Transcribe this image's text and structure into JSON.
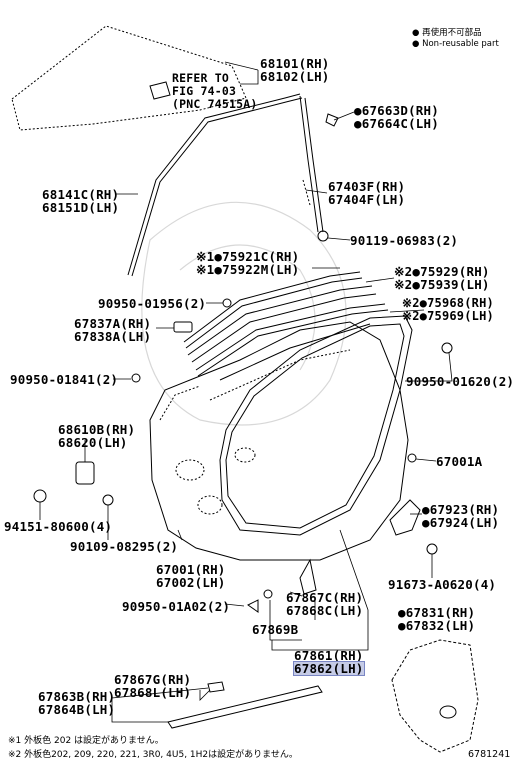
{
  "legend": {
    "item1_symbol": "●",
    "item1_jp": "再使用不可部品",
    "item1_en": "Non-reusable part"
  },
  "callouts": [
    {
      "id": "c68101",
      "lines": [
        "68101(RH)",
        "68102(LH)"
      ]
    },
    {
      "id": "refer",
      "lines": [
        "REFER TO",
        "FIG 74-03",
        "(PNC 74515A)"
      ]
    },
    {
      "id": "c67663",
      "lines": [
        "●67663D(RH)",
        "●67664C(LH)"
      ]
    },
    {
      "id": "c68141",
      "lines": [
        "68141C(RH)",
        "68151D(LH)"
      ]
    },
    {
      "id": "c67403",
      "lines": [
        "67403F(RH)",
        "67404F(LH)"
      ]
    },
    {
      "id": "c90119",
      "lines": [
        "90119-06983(2)"
      ]
    },
    {
      "id": "c75921",
      "lines": [
        "※1●75921C(RH)",
        "※1●75922M(LH)"
      ]
    },
    {
      "id": "c75929",
      "lines": [
        "※2●75929(RH)",
        "※2●75939(LH)"
      ]
    },
    {
      "id": "c90950a",
      "lines": [
        "90950-01956(2)"
      ]
    },
    {
      "id": "c75968",
      "lines": [
        "※2●75968(RH)",
        "※2●75969(LH)"
      ]
    },
    {
      "id": "c67837",
      "lines": [
        "67837A(RH)",
        "67838A(LH)"
      ]
    },
    {
      "id": "c90950b",
      "lines": [
        "90950-01841(2)"
      ]
    },
    {
      "id": "c90950c",
      "lines": [
        "90950-01620(2)"
      ]
    },
    {
      "id": "c68610",
      "lines": [
        "68610B(RH)",
        "68620(LH)"
      ]
    },
    {
      "id": "c67001a",
      "lines": [
        "67001A"
      ]
    },
    {
      "id": "c67923",
      "lines": [
        "●67923(RH)",
        "●67924(LH)"
      ]
    },
    {
      "id": "c94151",
      "lines": [
        "94151-80600(4)"
      ]
    },
    {
      "id": "c90109",
      "lines": [
        "90109-08295(2)"
      ]
    },
    {
      "id": "c67001",
      "lines": [
        "67001(RH)",
        "67002(LH)"
      ]
    },
    {
      "id": "c91673",
      "lines": [
        "91673-A0620(4)"
      ]
    },
    {
      "id": "c67867c",
      "lines": [
        "67867C(RH)",
        "67868C(LH)"
      ]
    },
    {
      "id": "c90950d",
      "lines": [
        "90950-01A02(2)"
      ]
    },
    {
      "id": "c67831",
      "lines": [
        "●67831(RH)",
        "●67832(LH)"
      ]
    },
    {
      "id": "c67869",
      "lines": [
        "67869B"
      ]
    },
    {
      "id": "c67861",
      "lines": [
        "67861(RH)",
        "67862(LH)"
      ]
    },
    {
      "id": "c67867g",
      "lines": [
        "67867G(RH)",
        "67868L(LH)"
      ]
    },
    {
      "id": "c67863",
      "lines": [
        "67863B(RH)",
        "67864B(LH)"
      ]
    }
  ],
  "notes": [
    "※1 外板色 202 は設定がありません。",
    "※2 外板色202, 209, 220, 221, 3R0, 4U5, 1H2は設定がありません。"
  ],
  "figure_number": "6781241"
}
